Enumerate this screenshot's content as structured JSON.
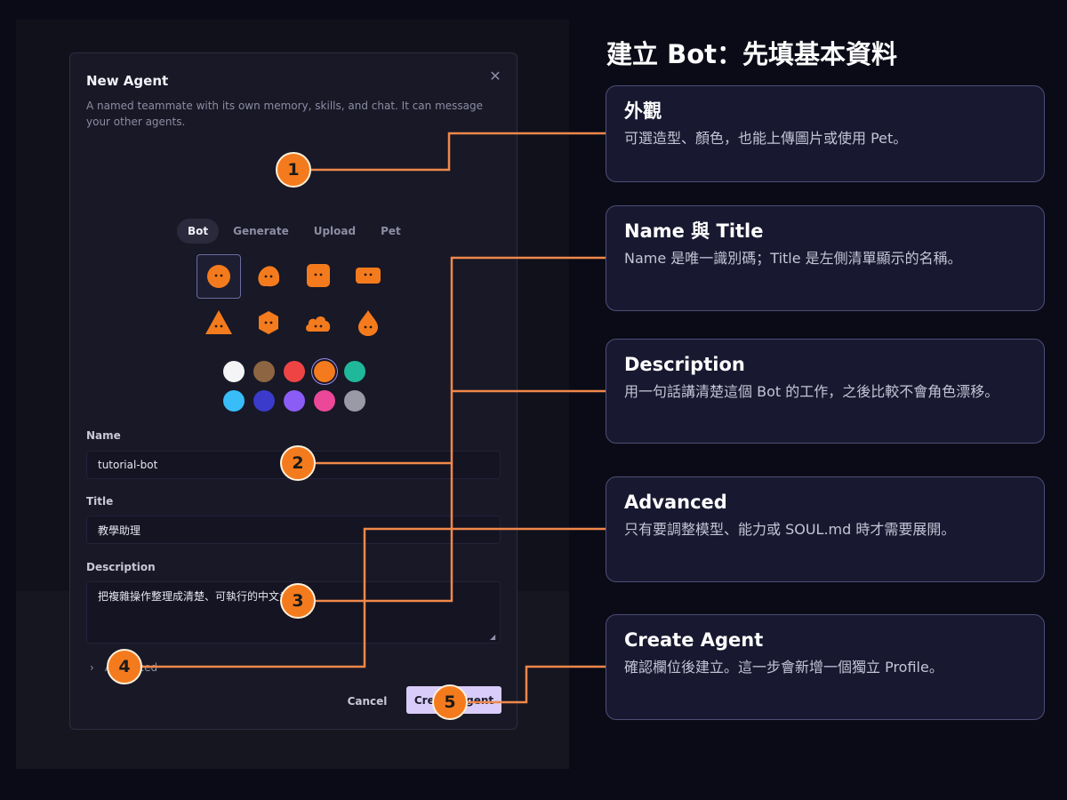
{
  "modal": {
    "title": "New Agent",
    "description": "A named teammate with its own memory, skills, and chat. It can message your other agents.",
    "close_glyph": "✕",
    "tabs": [
      {
        "label": "Bot",
        "active": true
      },
      {
        "label": "Generate",
        "active": false
      },
      {
        "label": "Upload",
        "active": false
      },
      {
        "label": "Pet",
        "active": false
      }
    ],
    "shapes": [
      "circle",
      "blob",
      "rounded-square",
      "rectangle",
      "triangle",
      "hexagon",
      "cloud",
      "drop"
    ],
    "selected_shape": "circle",
    "accent": "#f47b1d",
    "colors": [
      "#f4f4f6",
      "#8e6542",
      "#ef4444",
      "#f47b1d",
      "#1fb89a",
      "#38bdf8",
      "#3a3acb",
      "#8b5cf6",
      "#ec4899",
      "#9a9aa6"
    ],
    "selected_color": "#f47b1d",
    "name_label": "Name",
    "name_value": "tutorial-bot",
    "title_label": "Title",
    "title_value": "教學助理",
    "description_label": "Description",
    "description_value": "把複雜操作整理成清楚、可執行的中文步驟",
    "advanced_label": "Advanced",
    "cancel_label": "Cancel",
    "create_label": "Create Agent"
  },
  "annotations": {
    "heading": "建立 Bot：先填基本資料",
    "cards": [
      {
        "title": "外觀",
        "body": "可選造型、顏色，也能上傳圖片或使用 Pet。"
      },
      {
        "title": "Name 與 Title",
        "body": "Name 是唯一識別碼；Title 是左側清單顯示的名稱。"
      },
      {
        "title": "Description",
        "body": "用一句話講清楚這個 Bot 的工作，之後比較不會角色漂移。"
      },
      {
        "title": "Advanced",
        "body": "只有要調整模型、能力或 SOUL.md 時才需要展開。"
      },
      {
        "title": "Create Agent",
        "body": "確認欄位後建立。這一步會新增一個獨立 Profile。"
      }
    ],
    "badges": [
      "1",
      "2",
      "3",
      "4",
      "5"
    ],
    "line_color": "#f0884a"
  }
}
